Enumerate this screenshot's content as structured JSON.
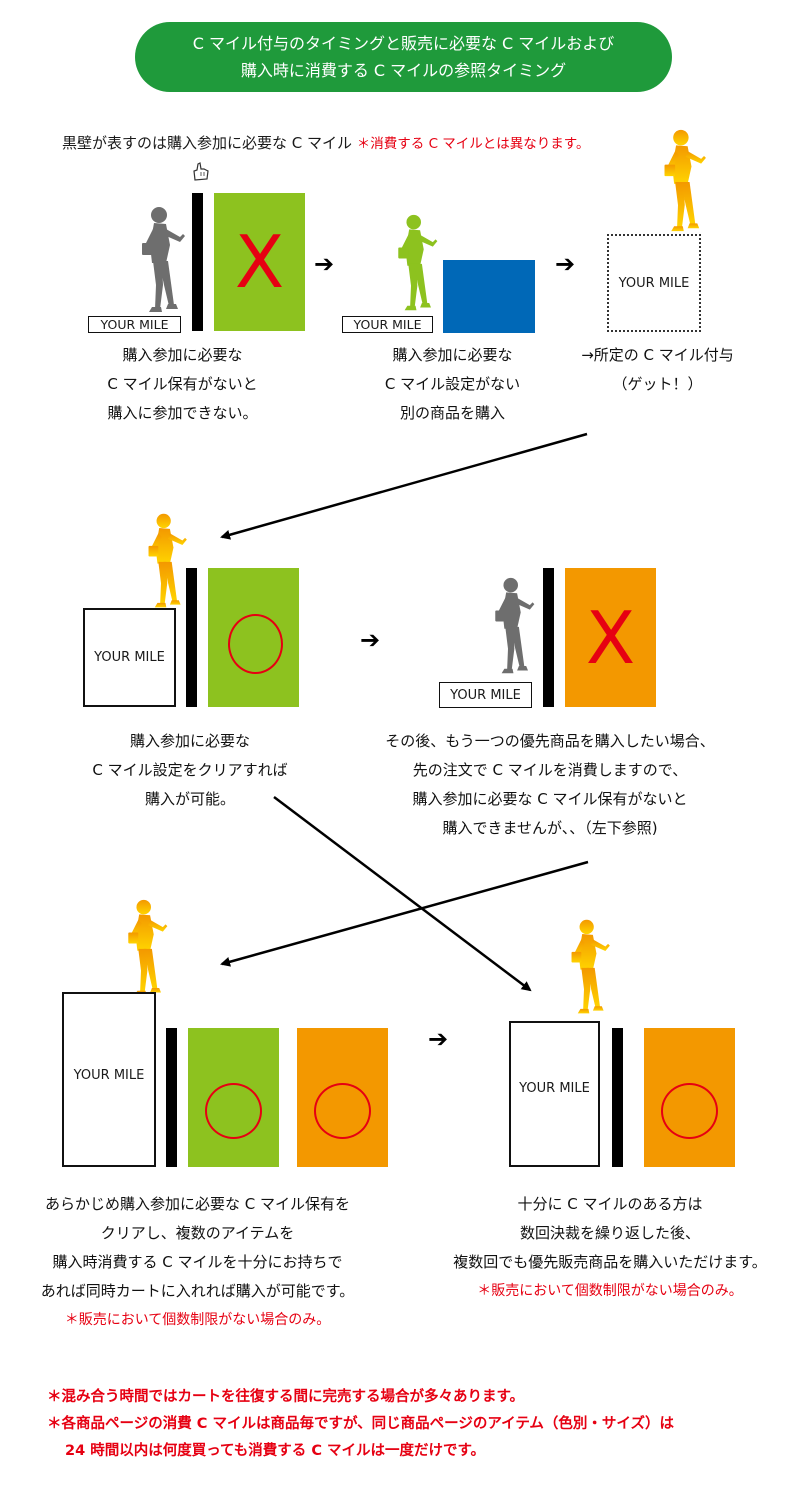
{
  "banner": {
    "line1": "C マイル付与のタイミングと販売に必要な C マイルおよび",
    "line2": "購入時に消費する C マイルの参照タイミング"
  },
  "intro": {
    "text": "黒壁が表すのは購入参加に必要な C マイル",
    "note": "＊消費する C マイルとは異なります。"
  },
  "mile_label": "YOUR MILE",
  "marks": {
    "x": "X",
    "arrow": "➔"
  },
  "step1": {
    "caption": [
      "購入参加に必要な",
      "C マイル保有がないと",
      "購入に参加できない。"
    ]
  },
  "step2": {
    "caption": [
      "購入参加に必要な",
      "C マイル設定がない",
      "別の商品を購入"
    ]
  },
  "step3": {
    "caption": [
      "→所定の C マイル付与",
      "（ゲット！）"
    ]
  },
  "step4": {
    "caption": [
      "購入参加に必要な",
      "C マイル設定をクリアすれば",
      "購入が可能。"
    ]
  },
  "step5": {
    "caption": [
      "その後、もう一つの優先商品を購入したい場合、",
      "先の注文で C マイルを消費しますので、",
      "購入参加に必要な C マイル保有がないと",
      "購入できませんが、、（左下参照)"
    ]
  },
  "step6": {
    "caption": [
      "あらかじめ購入参加に必要な C マイル保有を",
      "クリアし、複数のアイテムを",
      "購入時消費する C マイルを十分にお持ちで",
      "あれば同時カートに入れれば購入が可能です。"
    ],
    "note": "＊販売において個数制限がない場合のみ。"
  },
  "step7": {
    "caption": [
      "十分に C マイルのある方は",
      "数回決裁を繰り返した後、",
      "複数回でも優先販売商品を購入いただけます。"
    ],
    "note": "＊販売において個数制限がない場合のみ。"
  },
  "footnotes": [
    "＊混み合う時間ではカートを往復する間に完売する場合が多々あります。",
    "＊各商品ページの消費 C マイルは商品毎ですが、同じ商品ページのアイテム（色別・サイズ）は",
    "24 時間以内は何度買っても消費する C マイルは一度だけです。"
  ],
  "colors": {
    "banner": "#1f9a3b",
    "green_item": "#8dc21f",
    "orange_item": "#f39800",
    "blue_item": "#0068b7",
    "mark_red": "#e60012",
    "note_red": "#e60012",
    "person_gray": "#6e6e6e",
    "person_green": "#8dc21f",
    "person_gradient": [
      "#f39800",
      "#ffd400"
    ]
  },
  "icons": [
    "pointing-hand-icon",
    "person-gray-icon",
    "person-green-icon",
    "person-gold-icon"
  ]
}
